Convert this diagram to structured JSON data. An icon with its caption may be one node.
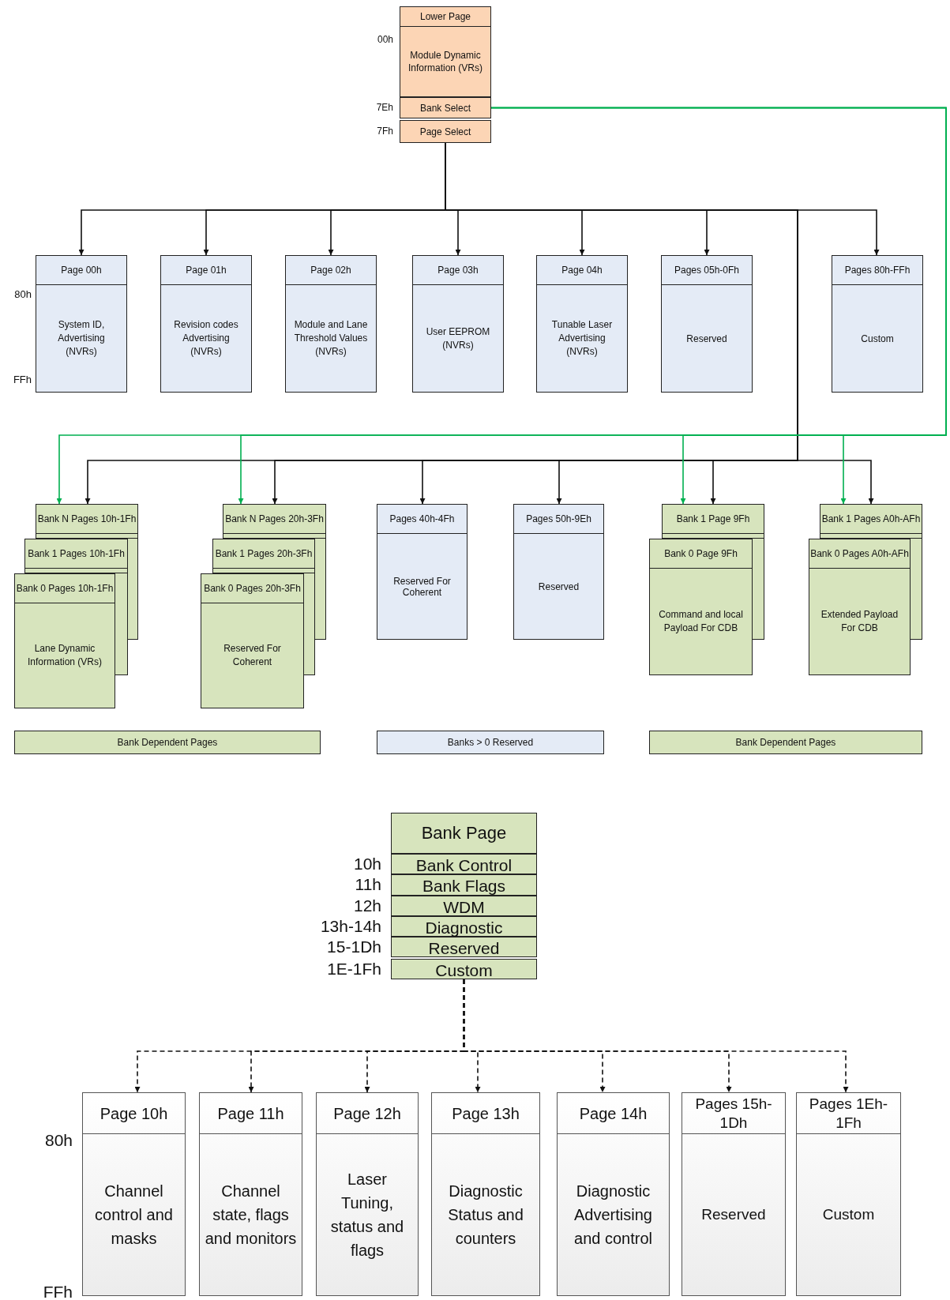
{
  "diagram": {
    "nodes": [
      {
        "text": [
          "Lower Page",
          "Module Dynamic Information (VRs)"
        ],
        "beside": [
          "00h"
        ]
      },
      {
        "text": [
          "Bank Select"
        ],
        "beside": [
          "7Eh"
        ]
      },
      {
        "text": [
          "Page Select"
        ],
        "beside": [
          "7Fh"
        ]
      },
      {
        "text": [
          "Page 00h",
          "System ID, Advertising (NVRs)"
        ]
      },
      {
        "text": [
          "Page 01h",
          "Revision codes Advertising (NVRs)"
        ]
      },
      {
        "text": [
          "Page 02h",
          "Module and Lane Threshold Values (NVRs)"
        ]
      },
      {
        "text": [
          "Page 03h",
          "User EEPROM (NVRs)"
        ]
      },
      {
        "text": [
          "Page 04h",
          "Tunable Laser Advertising (NVRs)"
        ]
      },
      {
        "text": [
          "Pages 05h-0Fh",
          "Reserved"
        ]
      },
      {
        "text": [
          "Pages 80h-FFh",
          "Custom"
        ]
      },
      {
        "text": [
          "Bank N Pages 10h-1Fh"
        ]
      },
      {
        "text": [
          "Bank 1 Pages 10h-1Fh"
        ]
      },
      {
        "text": [
          "Bank 0 Pages 10h-1Fh",
          "Lane Dynamic Information (VRs)"
        ]
      },
      {
        "text": [
          "Bank N Pages 20h-3Fh"
        ]
      },
      {
        "text": [
          "Bank 1 Pages 20h-3Fh"
        ]
      },
      {
        "text": [
          "Bank 0 Pages 20h-3Fh",
          "Reserved For Coherent"
        ]
      },
      {
        "text": [
          "Pages 40h-4Fh",
          "Reserved For Coherent"
        ]
      },
      {
        "text": [
          "Pages 50h-9Eh",
          "Reserved"
        ]
      },
      {
        "text": [
          "Bank 1 Page 9Fh"
        ]
      },
      {
        "text": [
          "Bank 0 Page 9Fh",
          "Command and local Payload For CDB"
        ]
      },
      {
        "text": [
          "Bank 1 Pages A0h-AFh"
        ]
      },
      {
        "text": [
          "Bank 0 Pages A0h-AFh",
          "Extended Payload For CDB"
        ]
      },
      {
        "text": [
          "Bank Dependent Pages"
        ]
      },
      {
        "text": [
          "Banks > 0 Reserved"
        ]
      },
      {
        "text": [
          "Bank Dependent Pages"
        ]
      },
      {
        "text": [
          "Bank Page"
        ]
      },
      {
        "text": [
          "Bank Control"
        ],
        "beside": [
          "10h"
        ]
      },
      {
        "text": [
          "Bank Flags"
        ],
        "beside": [
          "11h"
        ]
      },
      {
        "text": [
          "WDM"
        ],
        "beside": [
          "12h"
        ]
      },
      {
        "text": [
          "Diagnostic"
        ],
        "beside": [
          "13h-14h"
        ]
      },
      {
        "text": [
          "Reserved"
        ],
        "beside": [
          "15-1Dh"
        ]
      },
      {
        "text": [
          "Custom"
        ],
        "beside": [
          "1E-1Fh"
        ]
      },
      {
        "text": [
          "Page 10h",
          "Channel control and masks"
        ]
      },
      {
        "text": [
          "Page 11h",
          "Channel state, flags and monitors"
        ]
      },
      {
        "text": [
          "Page 12h",
          "Laser Tuning, status and flags"
        ]
      },
      {
        "text": [
          "Page 13h",
          "Diagnostic Status and counters"
        ]
      },
      {
        "text": [
          "Page 14h",
          "Diagnostic Advertising and control"
        ]
      },
      {
        "text": [
          "Pages 15h-1Dh",
          "Reserved"
        ]
      },
      {
        "text": [
          "Pages 1Eh-1Fh",
          "Custom"
        ]
      }
    ],
    "edges": [
      {
        "from": 2,
        "to": 3,
        "arrow": "to"
      },
      {
        "from": 2,
        "to": 4,
        "arrow": "to"
      },
      {
        "from": 2,
        "to": 5,
        "arrow": "to"
      },
      {
        "from": 2,
        "to": 6,
        "arrow": "to"
      },
      {
        "from": 2,
        "to": 7,
        "arrow": "to"
      },
      {
        "from": 2,
        "to": 8,
        "arrow": "to"
      },
      {
        "from": 2,
        "to": 9,
        "arrow": "to"
      },
      {
        "from": 2,
        "to": 10,
        "arrow": "to"
      },
      {
        "from": 2,
        "to": 13,
        "arrow": "to"
      },
      {
        "from": 2,
        "to": 16,
        "arrow": "to"
      },
      {
        "from": 2,
        "to": 17,
        "arrow": "to"
      },
      {
        "from": 2,
        "to": 18,
        "arrow": "to"
      },
      {
        "from": 2,
        "to": 20,
        "arrow": "to"
      },
      {
        "from": 1,
        "to": 10,
        "arrow": "to",
        "color": "#00b050"
      },
      {
        "from": 1,
        "to": 13,
        "arrow": "to",
        "color": "#00b050"
      },
      {
        "from": 1,
        "to": 18,
        "arrow": "to",
        "color": "#00b050"
      },
      {
        "from": 1,
        "to": 20,
        "arrow": "to",
        "color": "#00b050"
      },
      {
        "from": 31,
        "to": 32,
        "arrow": "to",
        "style": "dashed"
      },
      {
        "from": 31,
        "to": 33,
        "arrow": "to",
        "style": "dashed"
      },
      {
        "from": 31,
        "to": 34,
        "arrow": "to",
        "style": "dashed"
      },
      {
        "from": 31,
        "to": 35,
        "arrow": "to",
        "style": "dashed"
      },
      {
        "from": 31,
        "to": 36,
        "arrow": "to",
        "style": "dashed"
      },
      {
        "from": 31,
        "to": 37,
        "arrow": "to",
        "style": "dashed"
      },
      {
        "from": 31,
        "to": 38,
        "arrow": "to",
        "style": "dashed"
      }
    ],
    "labels": [
      "80h",
      "FFh",
      "80h",
      "FFh"
    ]
  }
}
